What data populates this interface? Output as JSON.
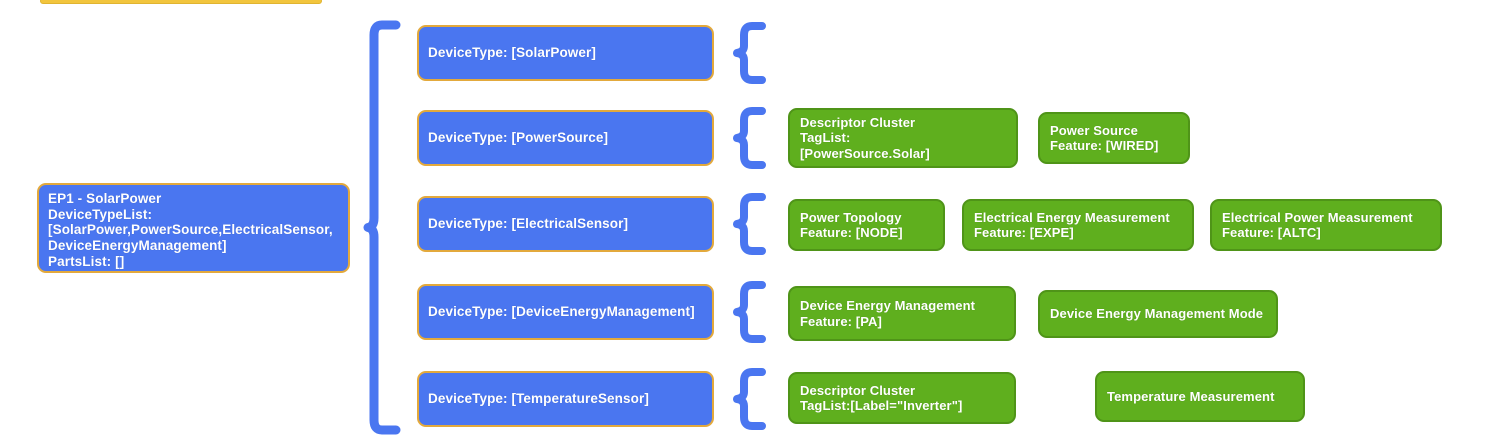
{
  "diagram": {
    "title_strip": {
      "name": "cut-off-yellow-banner",
      "color": "#f2c53d"
    },
    "colors": {
      "endpoint_fill": "#4a76f0",
      "endpoint_border": "#e3a93c",
      "cluster_fill": "#5faf1e",
      "cluster_border": "#4f9418",
      "brace": "#4a76f0",
      "text": "#ffffff",
      "background": "#ffffff"
    },
    "root": {
      "label": "EP1 - SolarPower\nDeviceTypeList:\n[SolarPower,PowerSource,ElectricalSensor,\nDeviceEnergyManagement]\nPartsList: []"
    },
    "device_types": [
      {
        "label": "DeviceType: [SolarPower]",
        "clusters": []
      },
      {
        "label": "DeviceType: [PowerSource]",
        "clusters": [
          {
            "label": "Descriptor Cluster\nTagList:\n[PowerSource.Solar]"
          },
          {
            "label": "Power Source\nFeature: [WIRED]"
          }
        ]
      },
      {
        "label": "DeviceType: [ElectricalSensor]",
        "clusters": [
          {
            "label": "Power Topology\nFeature: [NODE]"
          },
          {
            "label": "Electrical Energy Measurement\nFeature: [EXPE]"
          },
          {
            "label": "Electrical Power Measurement\nFeature: [ALTC]"
          }
        ]
      },
      {
        "label": "DeviceType: [DeviceEnergyManagement]",
        "clusters": [
          {
            "label": "Device Energy Management\nFeature: [PA]"
          },
          {
            "label": "Device Energy Management Mode"
          }
        ]
      },
      {
        "label": "DeviceType: [TemperatureSensor]",
        "clusters": [
          {
            "label": "Descriptor Cluster\nTagList:[Label=\"Inverter\"]"
          },
          {
            "label": "Temperature Measurement"
          }
        ]
      }
    ]
  }
}
